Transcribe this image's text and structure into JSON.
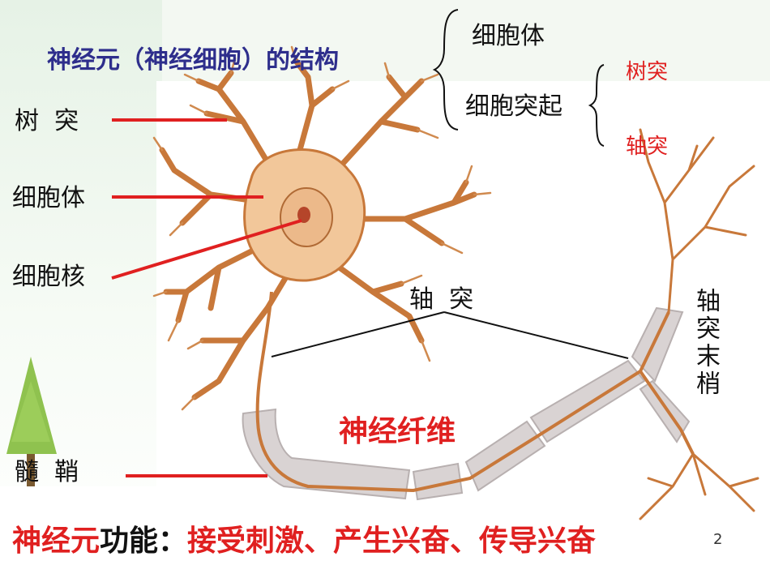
{
  "title": "神经元（神经细胞）的结构",
  "hierarchy": {
    "cell_body": "细胞体",
    "processes": "细胞突起",
    "dendrite": "树突",
    "axon": "轴突"
  },
  "labels": {
    "dendrite": "树  突",
    "cell_body": "细胞体",
    "nucleus": "细胞核",
    "myelin_sheath": "髓  鞘",
    "axon": "轴  突",
    "axon_terminal": "轴突末梢",
    "nerve_fiber": "神经纤维"
  },
  "function": {
    "subject": "神经元",
    "word": "功能",
    "colon": "：",
    "content": "接受刺激、产生兴奋、传导兴奋"
  },
  "page_number": "2",
  "colors": {
    "title": "#2e2e8c",
    "accent_red": "#e02020",
    "neuron_fill": "#f2c79a",
    "neuron_stroke": "#c8783a",
    "sheath_fill": "#d9d3d3"
  }
}
